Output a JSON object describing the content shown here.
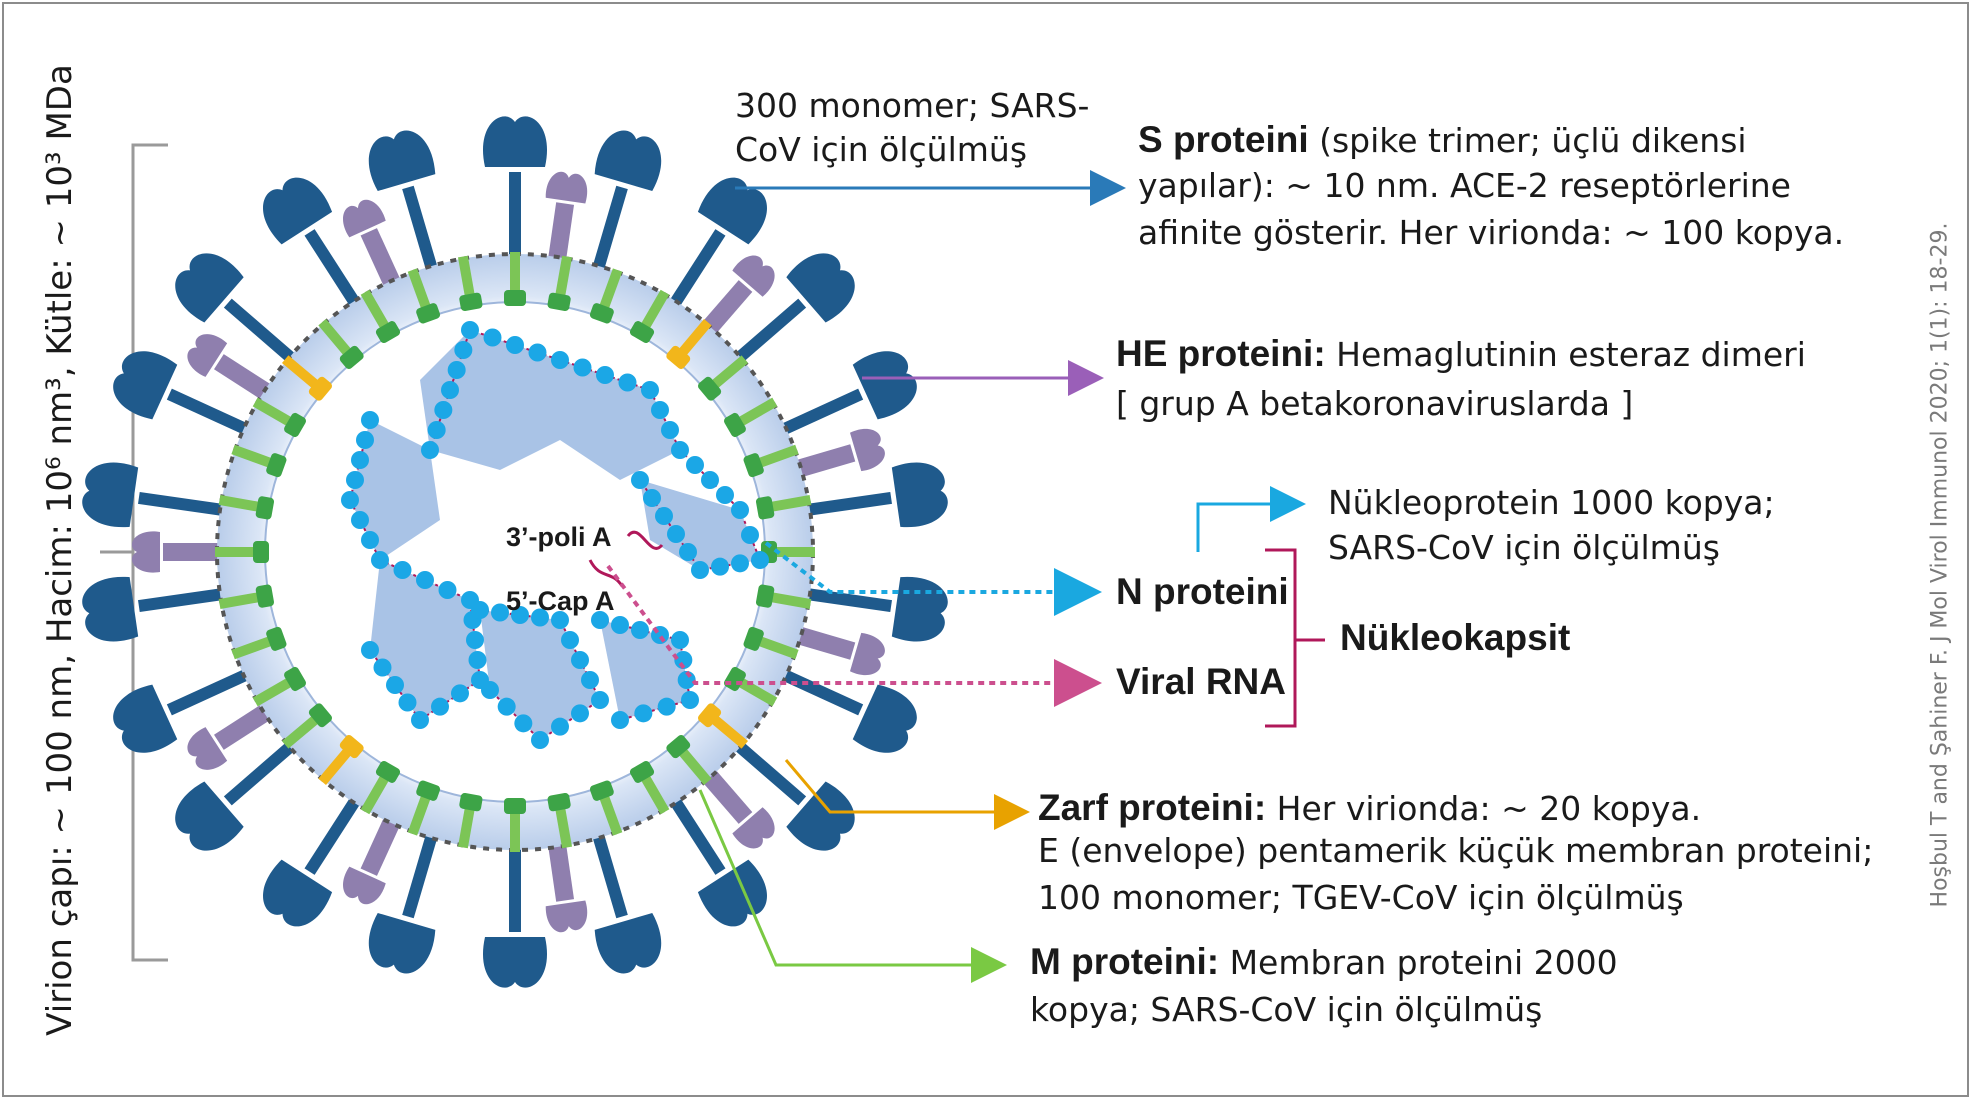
{
  "colors": {
    "s_arrow": "#2a7ab8",
    "he_arrow": "#9a5fb8",
    "n_arrow": "#1aa8e0",
    "rna_arrow": "#cc4f8e",
    "zarf_arrow": "#e8a200",
    "m_arrow": "#7ac943",
    "bracket": "#b0185a",
    "spike": "#1f5a8c",
    "he_protein": "#8f7fae",
    "m_protein": "#7cc556",
    "e_protein": "#f2b61b",
    "membrane": "#cfdcf2",
    "nucleo": "#1ba7e6"
  },
  "left_axis_text": "Virion çapı: ~ 100 nm, Hacim: 10⁶ nm³, Kütle: ~ 10³ MDa",
  "citation": "Hoşbul T and Şahiner F. J Mol Virol Immunol 2020; 1(1): 18-29.",
  "inner_labels": {
    "poly_a": "3’-poli A",
    "cap_a": "5’-Cap A"
  },
  "s_protein": {
    "monomer_note_line1": "300 monomer; SARS-",
    "monomer_note_line2": "CoV için ölçülmüş",
    "name": "S proteini",
    "desc_line1": " (spike trimer; üçlü dikensi",
    "desc_line2": "yapılar): ~ 10 nm. ACE-2 reseptörlerine",
    "desc_line3": "afinite gösterir. Her virionda: ~ 100 kopya."
  },
  "he_protein": {
    "name": "HE proteini:",
    "desc_line1": " Hemaglutinin esteraz dimeri",
    "desc_line2": "[ grup A betakoronaviruslarda ]"
  },
  "nucleocapsid": {
    "nucleoprotein_line1": "Nükleoprotein 1000 kopya;",
    "nucleoprotein_line2": "SARS-CoV için ölçülmüş",
    "n_protein": "N proteini",
    "viral_rna": "Viral RNA",
    "group_label": "Nükleokapsit"
  },
  "zarf_protein": {
    "name": "Zarf proteini:",
    "desc_line1": " Her virionda: ~ 20 kopya.",
    "desc_line2": "E (envelope) pentamerik küçük membran proteini;",
    "desc_line3": "100 monomer; TGEV-CoV için ölçülmüş"
  },
  "m_protein": {
    "name": "M proteini:",
    "desc_line1": " Membran proteini 2000",
    "desc_line2": "kopya; SARS-CoV için ölçülmüş"
  }
}
